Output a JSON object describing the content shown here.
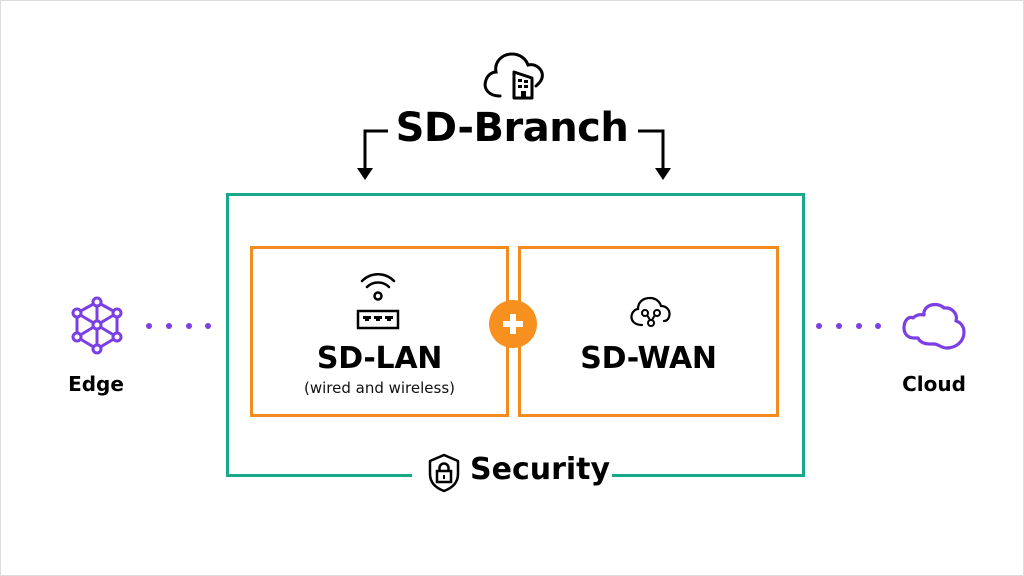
{
  "title": "SD-Branch",
  "top_icon": "cloud-building-icon",
  "components": [
    {
      "label": "SD-LAN",
      "sublabel": "(wired and wireless)",
      "icon": "wifi-switch-icon"
    },
    {
      "label": "SD-WAN",
      "icon": "cloud-network-icon"
    }
  ],
  "combine_symbol": "plus-icon",
  "security": {
    "label": "Security",
    "icon": "shield-lock-icon"
  },
  "edge": {
    "label": "Edge",
    "icon": "mesh-network-icon"
  },
  "cloud": {
    "label": "Cloud",
    "icon": "cloud-icon"
  },
  "colors": {
    "security_frame": "#17a98a",
    "component_frame": "#f28c1e",
    "plus_fill": "#f7901e",
    "accent_purple": "#7b3fe4",
    "text": "#000000"
  }
}
